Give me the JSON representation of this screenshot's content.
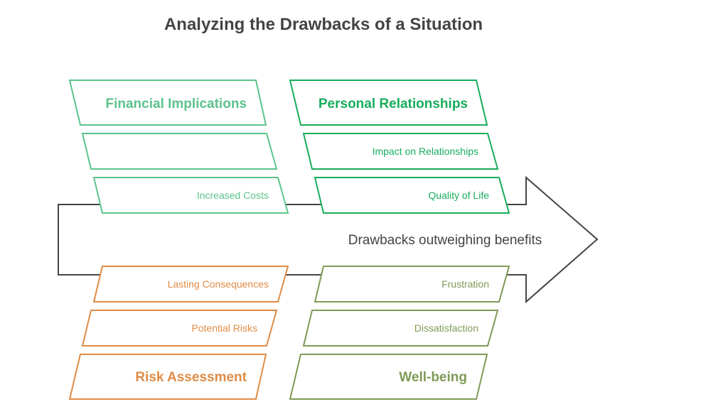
{
  "title": "Analyzing the Drawbacks of a Situation",
  "effect": "Drawbacks outweighing benefits",
  "colors": {
    "financial": "#5cc38c",
    "personal": "#17ad5c",
    "risk": "#df8c46",
    "wellbeing": "#7f9a55",
    "spine": "#444444"
  },
  "categories": {
    "financial": {
      "label": "Financial Implications",
      "causes": [
        "",
        "Increased Costs"
      ]
    },
    "personal": {
      "label": "Personal Relationships",
      "causes": [
        "Impact on Relationships",
        "Quality of Life"
      ]
    },
    "risk": {
      "label": "Risk Assessment",
      "causes": [
        "Lasting Consequences",
        "Potential Risks"
      ]
    },
    "wellbeing": {
      "label": "Well-being",
      "causes": [
        "Frustration",
        "Dissatisfaction"
      ]
    }
  }
}
